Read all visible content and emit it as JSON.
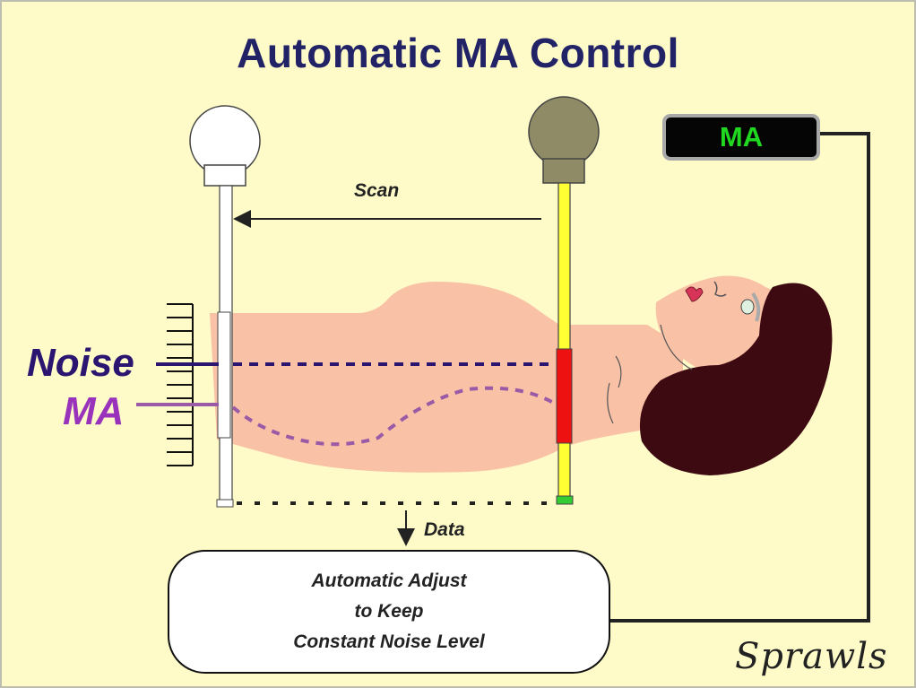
{
  "title": "Automatic MA Control",
  "labels": {
    "scan": "Scan",
    "data": "Data",
    "noise": "Noise",
    "ma": "MA"
  },
  "ma_display": {
    "text": "MA"
  },
  "adjust_box": {
    "lines": [
      "Automatic Adjust",
      "to Keep",
      "Constant Noise Level"
    ]
  },
  "signature": "Sprawls",
  "colors": {
    "background": "#fefbc9",
    "title": "#222266",
    "noise": "#2a1670",
    "ma": "#9933bb",
    "body": "#f9c1a6",
    "hair": "#3d0a12",
    "active_beam": "#ffff33",
    "active_segment": "#ee1111",
    "display_text": "#1fd81f"
  }
}
